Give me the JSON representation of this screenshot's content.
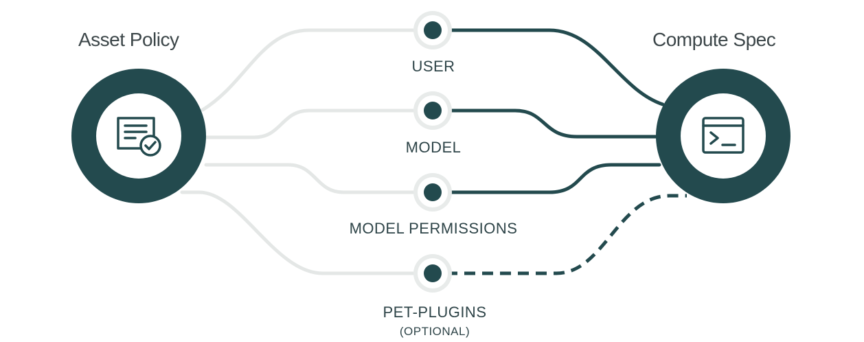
{
  "colors": {
    "primary": "#234a4e",
    "muted_line": "#e4e7e6",
    "halo": "#e8ebea",
    "text": "#3c4649",
    "background": "#ffffff"
  },
  "source": {
    "title": "Asset Policy",
    "icon": "policy-document-check-icon"
  },
  "target": {
    "title": "Compute Spec",
    "icon": "terminal-window-icon"
  },
  "nodes": [
    {
      "label": "USER",
      "sublabel": "",
      "connection": "solid"
    },
    {
      "label": "MODEL",
      "sublabel": "",
      "connection": "solid"
    },
    {
      "label": "MODEL PERMISSIONS",
      "sublabel": "",
      "connection": "solid"
    },
    {
      "label": "PET-PLUGINS",
      "sublabel": "(OPTIONAL)",
      "connection": "dashed"
    }
  ]
}
